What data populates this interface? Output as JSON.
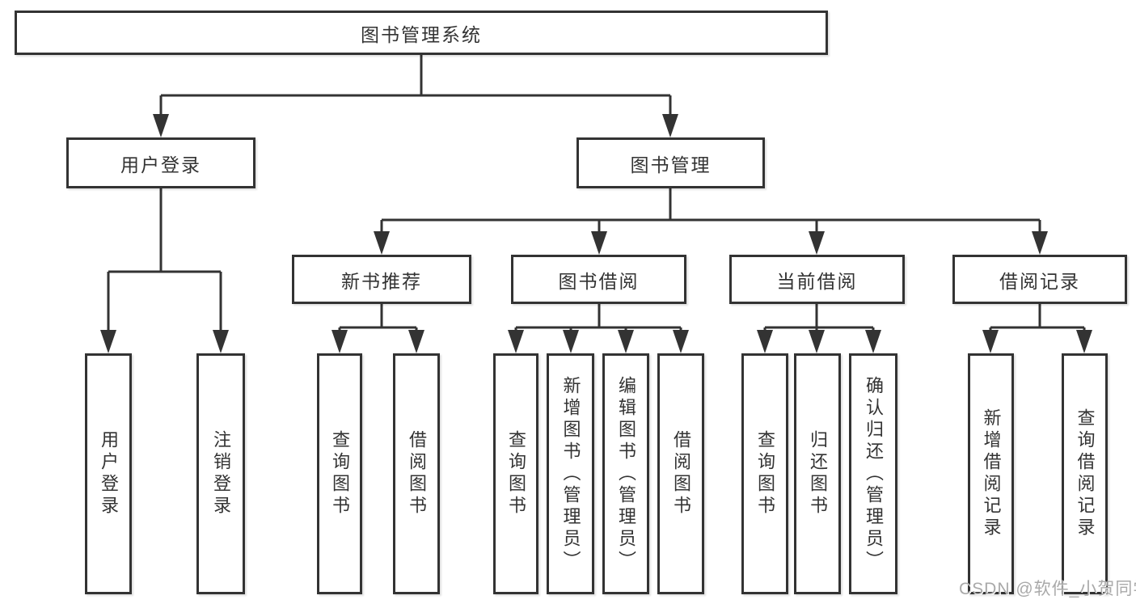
{
  "tree": {
    "root": "图书管理系统",
    "level2": {
      "user_login": "用户登录",
      "book_management": "图书管理"
    },
    "level3": {
      "new_book": "新书推荐",
      "borrow": "图书借阅",
      "current": "当前借阅",
      "records": "借阅记录"
    },
    "leaves": {
      "user_login": [
        "用户登录",
        "注销登录"
      ],
      "new_book": [
        "查询图书",
        "借阅图书"
      ],
      "borrow": [
        "查询图书",
        "新增图书（管理员）",
        "编辑图书（管理员）",
        "借阅图书"
      ],
      "current": [
        "查询图书",
        "归还图书",
        "确认归还（管理员）"
      ],
      "records": [
        "新增借阅记录",
        "查询借阅记录"
      ]
    }
  },
  "watermark": "CSDN @软件_小贺同学",
  "colors": {
    "line": "#333333",
    "box_border": "#333333",
    "box_fill": "#ffffff",
    "text": "#333333",
    "watermark": "#a9a9a9"
  }
}
